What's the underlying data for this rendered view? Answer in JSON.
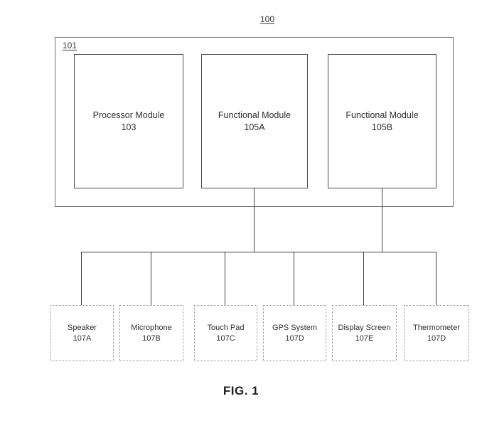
{
  "figure": {
    "top_ref": "100",
    "system_ref": "101",
    "caption": "FIG. 1"
  },
  "modules": [
    {
      "name": "Processor Module",
      "ref": "103"
    },
    {
      "name": "Functional Module",
      "ref": "105A"
    },
    {
      "name": "Functional Module",
      "ref": "105B"
    }
  ],
  "peripherals": [
    {
      "name": "Speaker",
      "ref": "107A"
    },
    {
      "name": "Microphone",
      "ref": "107B"
    },
    {
      "name": "Touch Pad",
      "ref": "107C"
    },
    {
      "name": "GPS System",
      "ref": "107D"
    },
    {
      "name": "Display Screen",
      "ref": "107E"
    },
    {
      "name": "Thermometer",
      "ref": "107D"
    }
  ],
  "colors": {
    "line": "#3f3f3f",
    "text": "#2e2e2e",
    "background": "#ffffff"
  }
}
